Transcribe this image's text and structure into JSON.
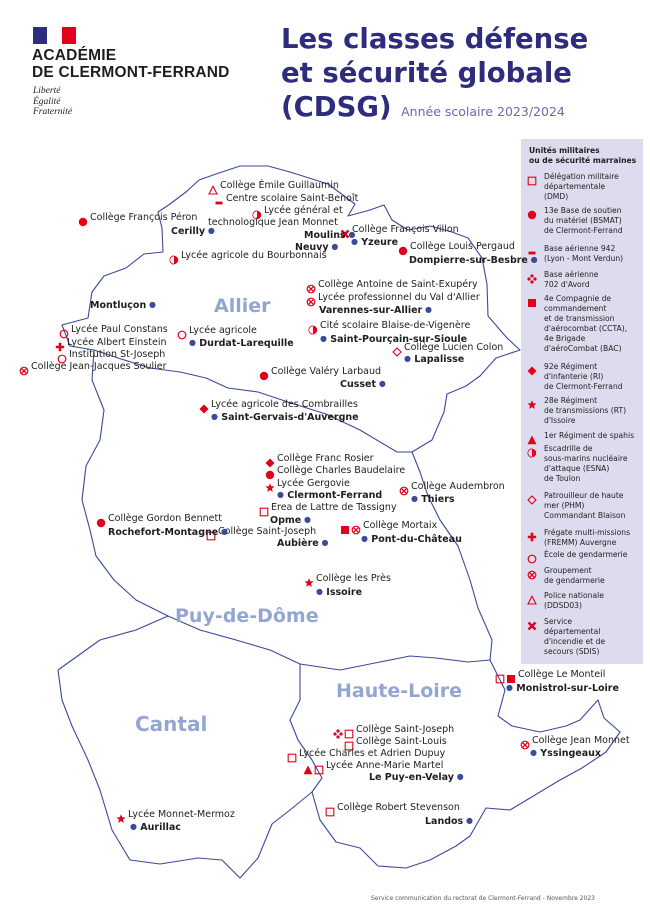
{
  "header": {
    "org_line1": "ACADÉMIE",
    "org_line2": "DE CLERMONT-FERRAND",
    "motto_1": "Liberté",
    "motto_2": "Égalité",
    "motto_3": "Fraternité",
    "title_line1": "Les classes défense",
    "title_line2": "et sécurité globale",
    "title_line3": "(CDSG)",
    "year": "Année scolaire 2023/2024"
  },
  "colors": {
    "title": "#2e2c7c",
    "marker_red": "#e2001a",
    "department_label": "#93a6d2",
    "border_lines": "#3b4a9a",
    "legend_bg": "#dcdcee"
  },
  "departments": {
    "allier": "Allier",
    "puy_de_dome": "Puy-de-Dôme",
    "haute_loire": "Haute-Loire",
    "cantal": "Cantal"
  },
  "schools": [
    {
      "label": "Collège Émile Guillaumin",
      "icons": [
        "triangle-outline"
      ]
    },
    {
      "label": "Centre scolaire Saint-Benoît",
      "icons": [
        "dash"
      ]
    },
    {
      "label": "Lycée général et",
      "icons": [
        "half-circle"
      ]
    },
    {
      "label": "technologique Jean Monnet",
      "icons": []
    },
    {
      "label": "Collège François Péron",
      "icons": [
        "dot"
      ]
    },
    {
      "label": "Lycée agricole du Bourbonnais",
      "icons": [
        "half-circle"
      ]
    },
    {
      "label": "Collège François Villon",
      "icons": [
        "cross"
      ]
    },
    {
      "label": "Collège Louis Pergaud",
      "icons": [
        "dot"
      ]
    },
    {
      "label": "Collège Antoine de Saint-Exupéry",
      "icons": [
        "circle-cross"
      ]
    },
    {
      "label": "Lycée professionnel du Val d'Allier",
      "icons": [
        "circle-cross"
      ]
    },
    {
      "label": "Cité scolaire Blaise-de-Vigenère",
      "icons": [
        "half-circle"
      ]
    },
    {
      "label": "Collège Lucien Colon",
      "icons": [
        "diamond-outline"
      ]
    },
    {
      "label": "Lycée Paul Constans",
      "icons": [
        "circle-outline"
      ]
    },
    {
      "label": "Lycée Albert Einstein",
      "icons": [
        "plus"
      ]
    },
    {
      "label": "Institution St-Joseph",
      "icons": [
        "circle-outline"
      ]
    },
    {
      "label": "Collège Jean-Jacques Soulier",
      "icons": [
        "circle-cross"
      ]
    },
    {
      "label": "Lycée agricole",
      "icons": [
        "circle-outline"
      ]
    },
    {
      "label": "Collège Valéry Larbaud",
      "icons": [
        "dot"
      ]
    },
    {
      "label": "Lycée agricole des Combrailles",
      "icons": [
        "diamond"
      ]
    },
    {
      "label": "Collège Franc Rosier",
      "icons": [
        "diamond"
      ]
    },
    {
      "label": "Collège Charles Baudelaire",
      "icons": [
        "dot"
      ]
    },
    {
      "label": "Lycée Gergovie",
      "icons": [
        "star"
      ]
    },
    {
      "label": "Erea de Lattre de Tassigny",
      "icons": [
        "square-outline"
      ]
    },
    {
      "label": "Collège Saint-Joseph",
      "icons": [
        "square-outline"
      ]
    },
    {
      "label": "Collège Audembron",
      "icons": [
        "circle-cross"
      ]
    },
    {
      "label": "Collège Mortaix",
      "icons": [
        "square",
        "circle-cross"
      ]
    },
    {
      "label": "Collège Gordon Bennett",
      "icons": [
        "dot"
      ]
    },
    {
      "label": "Collège les Près",
      "icons": [
        "star"
      ]
    },
    {
      "label": "Collège Le Monteil",
      "icons": [
        "square-outline",
        "square"
      ]
    },
    {
      "label": "Collège Saint-Joseph",
      "icons": [
        "plus-dots",
        "square-outline"
      ]
    },
    {
      "label": "Collège Saint-Louis",
      "icons": [
        "square-outline"
      ]
    },
    {
      "label": "Lycée Charles et Adrien Dupuy",
      "icons": [
        "square-outline"
      ]
    },
    {
      "label": "Lycée Anne-Marie Martel",
      "icons": [
        "triangle",
        "square-outline"
      ]
    },
    {
      "label": "Collège Jean Monnet",
      "icons": [
        "circle-cross"
      ]
    },
    {
      "label": "Collège Robert Stevenson",
      "icons": [
        "square-outline"
      ]
    },
    {
      "label": "Lycée Monnet-Mermoz",
      "icons": [
        "star"
      ]
    }
  ],
  "cities": {
    "moulins": "Moulins",
    "cerilly": "Cerilly",
    "neuvy": "Neuvy",
    "yzeure": "Yzeure",
    "dompierre": "Dompierre-sur-Besbre",
    "varennes": "Varennes-sur-Allier",
    "saint_pourcain": "Saint-Pourçain-sur-Sioule",
    "lapalisse": "Lapalisse",
    "montlucon": "Montluçon",
    "durdat": "Durdat-Larequille",
    "cusset": "Cusset",
    "saint_gervais": "Saint-Gervais-d'Auvergne",
    "clermont": "Clermont-Ferrand",
    "opme": "Opme",
    "aubiere": "Aubière",
    "thiers": "Thiers",
    "pont_du_chateau": "Pont-du-Château",
    "rochefort": "Rochefort-Montagne",
    "issoire": "Issoire",
    "monistrol": "Monistrol-sur-Loire",
    "yssingeaux": "Yssingeaux",
    "le_puy": "Le Puy-en-Velay",
    "landos": "Landos",
    "aurillac": "Aurillac"
  },
  "legend": {
    "title_1": "Unités militaires",
    "title_2": "ou de sécurité marraines",
    "items": [
      {
        "icon": "square-outline",
        "text": "Délégation militaire\ndépartementale\n(DMD)"
      },
      {
        "icon": "dot",
        "text": "13e Base de soutien\ndu matériel (BSMAT)\nde Clermont-Ferrand"
      },
      {
        "icon": "dash",
        "text": "Base aérienne 942\n(Lyon - Mont Verdun)"
      },
      {
        "icon": "plus-dots",
        "text": "Base aérienne\n702 d'Avord"
      },
      {
        "icon": "square",
        "text": "4e Compagnie de\ncommandement\net de transmission\nd'aérocombat (CCTA),\n4e Brigade\nd'aéroCombat (BAC)"
      },
      {
        "icon": "diamond",
        "text": "92e Régiment\nd'infanterie (RI)\nde Clermont-Ferrand"
      },
      {
        "icon": "star",
        "text": "28e Régiment\nde transmissions (RT)\nd'Issoire"
      },
      {
        "icon": "triangle",
        "text": "1er Régiment de spahis"
      },
      {
        "icon": "half-circle",
        "text": "Escadrille de\nsous-marins nucléaire\nd'attaque (ESNA)\nde Toulon"
      },
      {
        "icon": "diamond-outline",
        "text": "Patrouilleur de haute\nmer (PHM)\nCommandant Blaison"
      },
      {
        "icon": "plus",
        "text": "Frégate multi-missions\n(FREMM) Auvergne"
      },
      {
        "icon": "circle-outline",
        "text": "École de gendarmerie"
      },
      {
        "icon": "circle-cross",
        "text": "Groupement\nde gendarmerie"
      },
      {
        "icon": "triangle-outline",
        "text": "Police nationale\n(DDSD03)"
      },
      {
        "icon": "cross",
        "text": "Service\ndépartemental\nd'incendie et de\nsecours (SDIS)"
      }
    ]
  },
  "footer": "Service communication du rectorat de Clermont-Ferrand - Novembre 2023"
}
